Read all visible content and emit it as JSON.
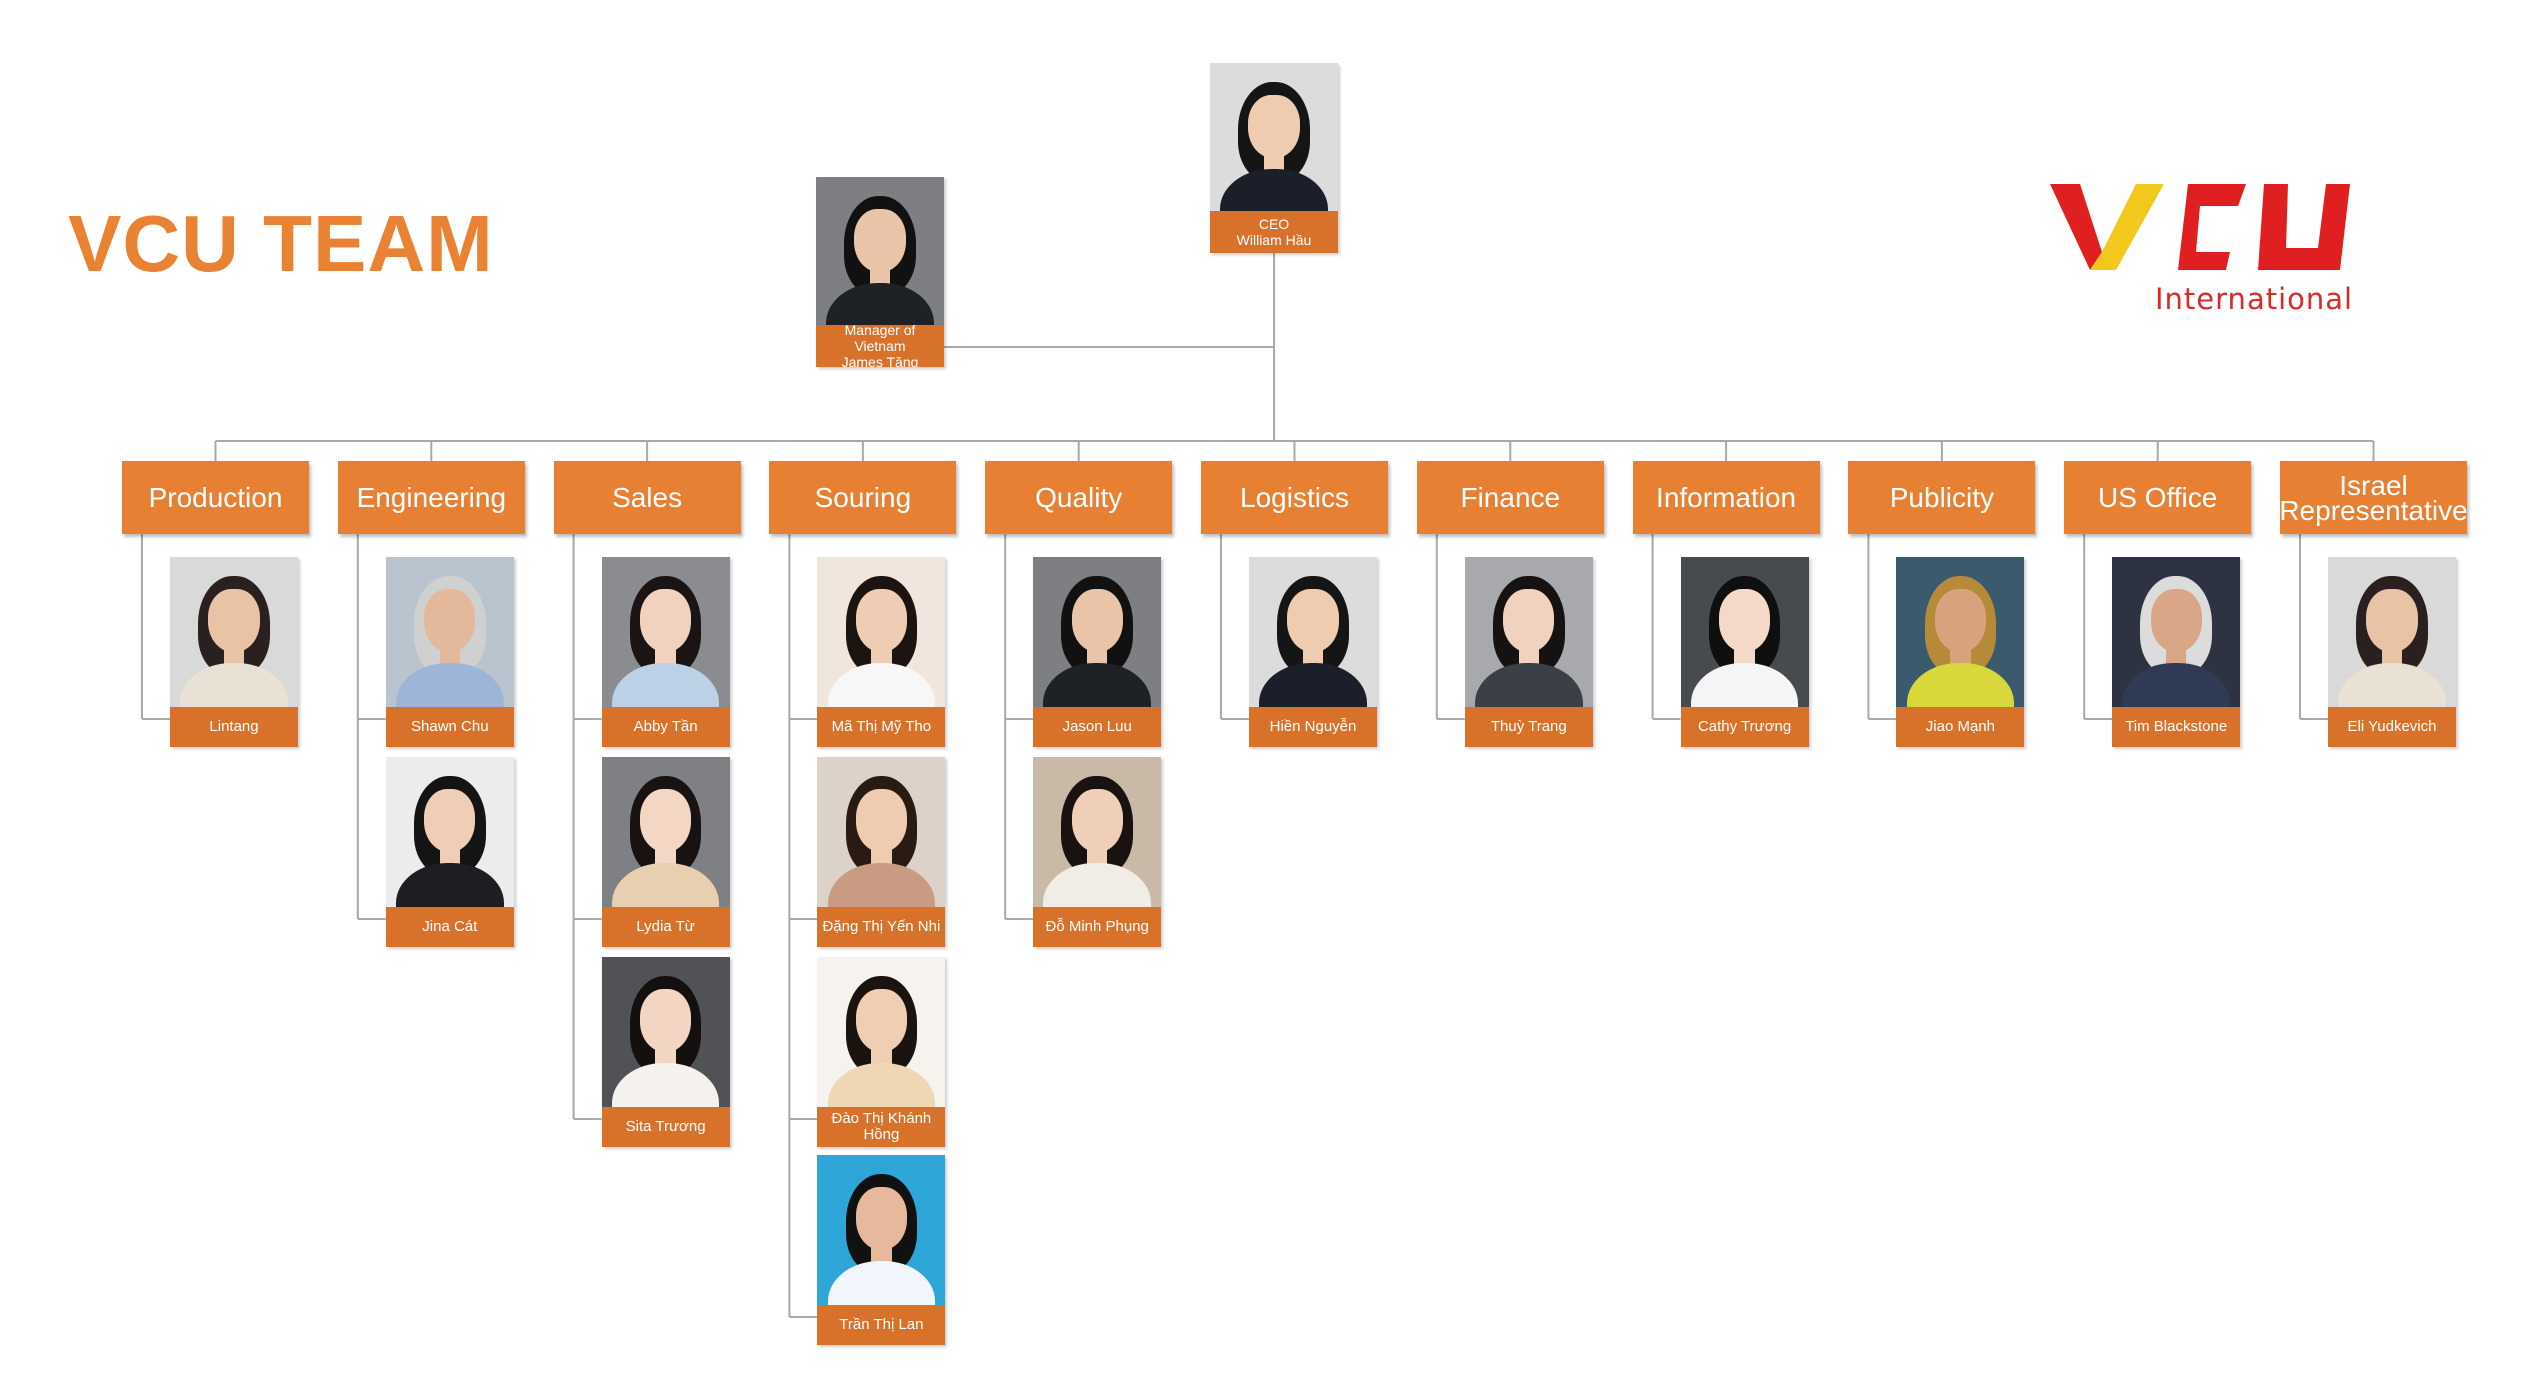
{
  "title": "VCU TEAM",
  "logo": {
    "name": "VCU",
    "subtitle": "International",
    "colors": {
      "v_yellow": "#f2c81d",
      "red": "#e02020"
    }
  },
  "colors": {
    "accent": "#e88033",
    "name_plate": "#d8722b",
    "connector": "#a9a9a9"
  },
  "ceo": {
    "caption": "CEO\nWilliam Hầu"
  },
  "manager": {
    "caption": "Manager of Vietnam\nJames Tăng"
  },
  "departments": [
    {
      "label": "Production",
      "members": [
        "Lintang"
      ]
    },
    {
      "label": "Engineering",
      "members": [
        "Shawn Chu",
        "Jina Cát"
      ]
    },
    {
      "label": "Sales",
      "members": [
        "Abby Tần",
        "Lydia Từ",
        "Sita Trương"
      ]
    },
    {
      "label": "Souring",
      "members": [
        "Mã Thị  Mỹ Tho",
        "Đặng Thị Yến Nhi",
        "Đào Thị Khánh  Hồng",
        "Trần Thị Lan"
      ]
    },
    {
      "label": "Quality",
      "members": [
        "Jason Luu",
        "Đỗ Minh Phụng"
      ]
    },
    {
      "label": "Logistics",
      "members": [
        "Hiền Nguyễn"
      ]
    },
    {
      "label": "Finance",
      "members": [
        "Thuỳ Trang"
      ]
    },
    {
      "label": "Information",
      "members": [
        "Cathy Trương"
      ]
    },
    {
      "label": "Publicity",
      "members": [
        "Jiao Mạnh"
      ]
    },
    {
      "label": "US Office",
      "members": [
        "Tim Blackstone"
      ]
    },
    {
      "label": "Israel\nRepresentative",
      "members": [
        "Eli Yudkevich"
      ]
    }
  ]
}
